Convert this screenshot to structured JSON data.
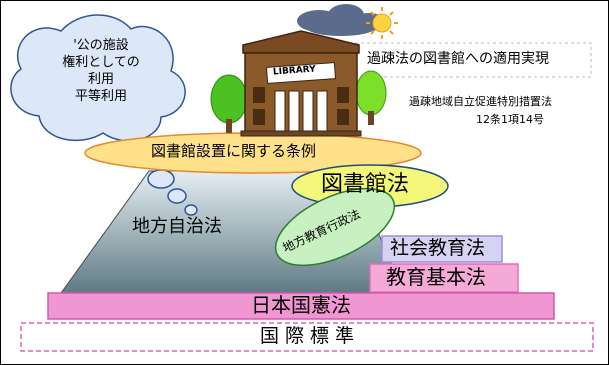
{
  "thought_bubble": {
    "line1": "'公の施設",
    "line2": "権利としての",
    "line3": "利用",
    "line4": "平等利用"
  },
  "building_sign": "LIBRARY",
  "callout": {
    "title": "過疎法の図書館への適用実現",
    "law_line1": "過疎地域自立促進特別措置法",
    "law_line2": "12条1項14号"
  },
  "layers": {
    "ordinance": "図書館設置に関する条例",
    "library_law": "図書館法",
    "local_autonomy_law": "地方自治法",
    "local_education_admin_law": "地方教育行政法",
    "social_education_law": "社会教育法",
    "basic_education_law": "教育基本法",
    "constitution": "日本国憲法",
    "international_standards": "国 際 標 準"
  },
  "colors": {
    "ordinance_fill": "#FFE18A",
    "library_law_fill": "#F3F77A",
    "education_admin_fill": "#C8F0C0",
    "social_education_fill": "#D6D2F2",
    "basic_education_fill": "#F5A9D6",
    "constitution_fill": "#F096D2",
    "standards_border": "#E060B0",
    "bubble_fill": "#DCE7F7",
    "building_fill": "#8B5A2B"
  },
  "icons": [
    "cloud-icon",
    "sun-icon",
    "tree-icon",
    "library-building-icon"
  ]
}
